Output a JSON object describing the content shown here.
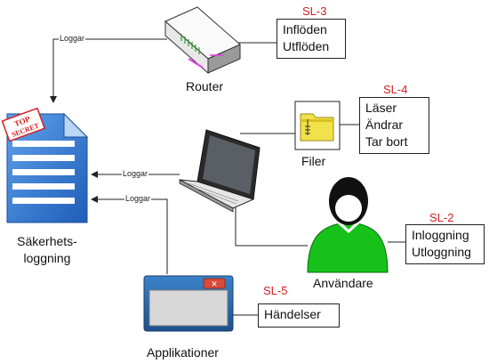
{
  "nodes": {
    "router": {
      "label": "Router",
      "tag": "SL-3",
      "items": [
        "Inflöden",
        "Utflöden"
      ]
    },
    "files": {
      "label": "Filer",
      "tag": "SL-4",
      "items": [
        "Läser",
        "Ändrar",
        "Tar bort"
      ]
    },
    "user": {
      "label": "Användare",
      "tag": "SL-2",
      "items": [
        "Inloggning",
        "Utloggning"
      ]
    },
    "apps": {
      "label": "Applikationer",
      "tag": "SL-5",
      "items": [
        "Händelser"
      ]
    },
    "log": {
      "label_line1": "Säkerhets-",
      "label_line2": "loggning",
      "stamp_line1": "TOP",
      "stamp_line2": "SECRET"
    }
  },
  "edges": {
    "router_log": "Loggar",
    "laptop_log": "Loggar",
    "apps_log": "Loggar"
  },
  "colors": {
    "tag": "#d32020",
    "user_fill": "#16c21a",
    "folder_fill": "#f2e24a",
    "doc_fill": "#3b7fd4"
  }
}
